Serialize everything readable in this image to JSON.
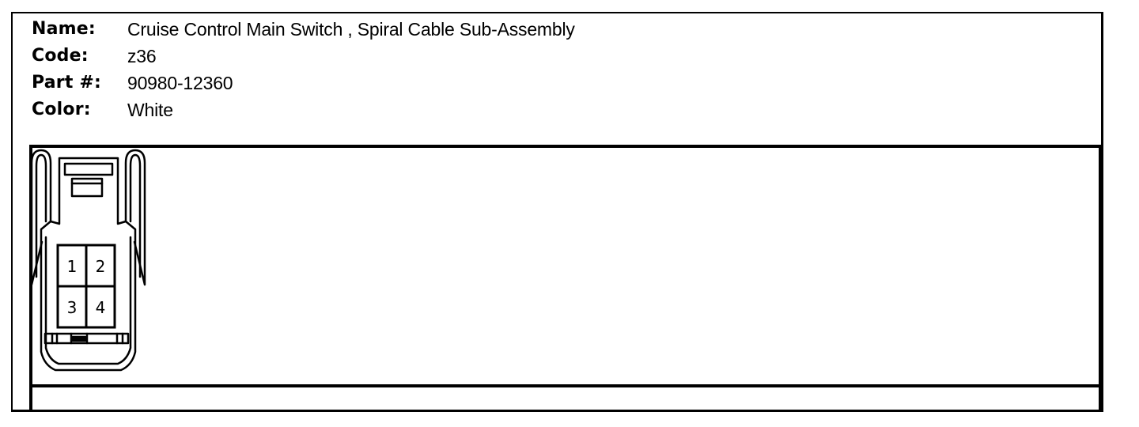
{
  "fields": {
    "name_label": "Name:",
    "name_value": "Cruise Control Main Switch , Spiral Cable Sub-Assembly",
    "code_label": "Code:",
    "code_value": "z36",
    "part_label": "Part #:",
    "part_value": "90980-12360",
    "color_label": "Color:",
    "color_value": "White"
  },
  "connector": {
    "pins": [
      "1",
      "2",
      "3",
      "4"
    ]
  }
}
